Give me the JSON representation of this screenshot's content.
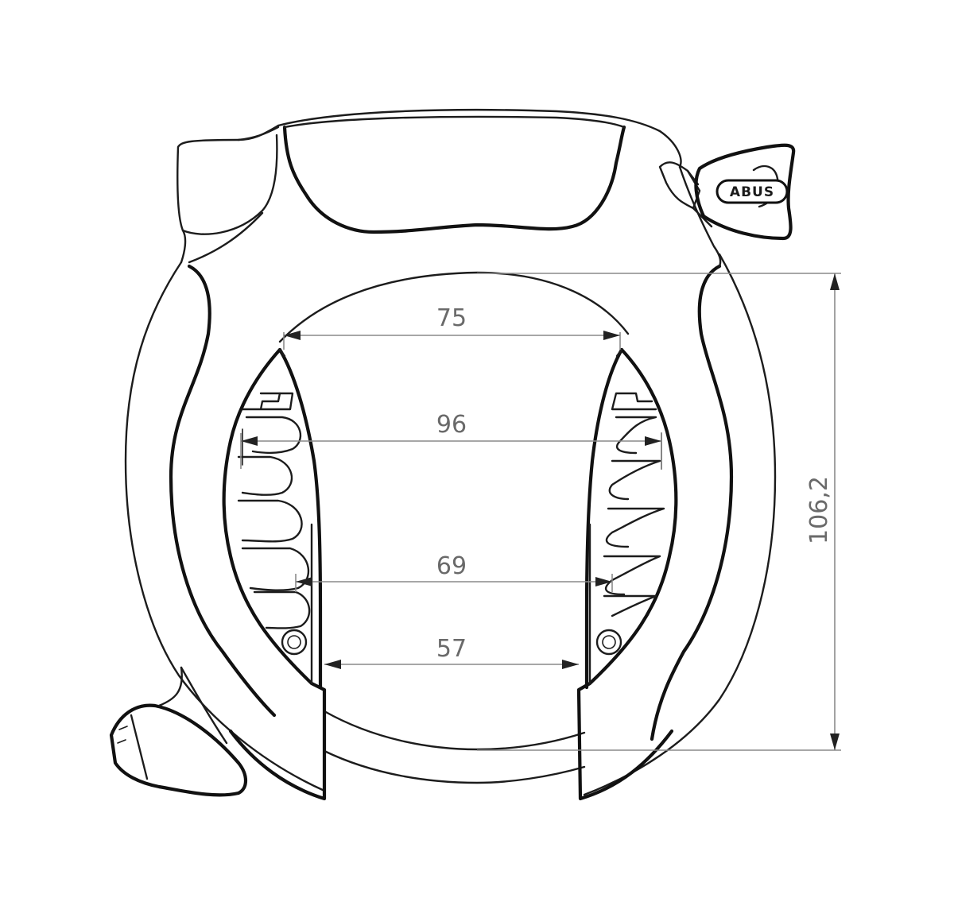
{
  "diagram": {
    "brand_label": "ABUS",
    "dimensions": {
      "top_width": "75",
      "slot_width": "96",
      "inner_width": "69",
      "bottom_gap": "57",
      "height": "106,2"
    }
  }
}
